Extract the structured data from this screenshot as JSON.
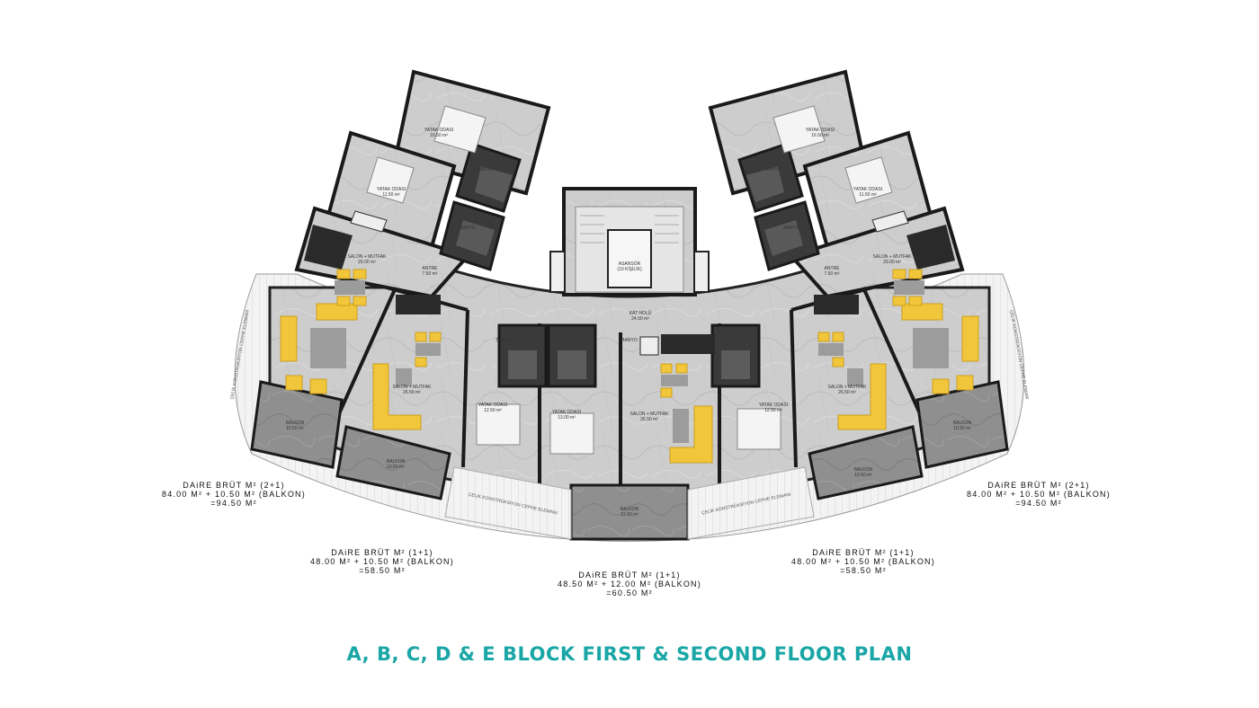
{
  "title": "A, B, C, D & E BLOCK FIRST & SECOND FLOOR PLAN",
  "colors": {
    "title": "#1aa6a6",
    "marble": "#c9c9c9",
    "dark_marble": "#8a8a8a",
    "wall": "#1a1a1a",
    "furniture": "#f2c63a",
    "text": "#111111"
  },
  "units": [
    {
      "id": "left-2plus1",
      "l1": "DAiRE BRÜT M² (2+1)",
      "l2": "84.00 M² + 10.50 M² (BALKON)",
      "l3": "=94.50 M²"
    },
    {
      "id": "right-2plus1",
      "l1": "DAiRE BRÜT M² (2+1)",
      "l2": "84.00 M² + 10.50 M² (BALKON)",
      "l3": "=94.50 M²"
    },
    {
      "id": "left-1plus1",
      "l1": "DAiRE BRÜT M² (1+1)",
      "l2": "48.00 M² + 10.50 M² (BALKON)",
      "l3": "=58.50 M²"
    },
    {
      "id": "right-1plus1",
      "l1": "DAiRE BRÜT M² (1+1)",
      "l2": "48.00 M² + 10.50 M² (BALKON)",
      "l3": "=58.50 M²"
    },
    {
      "id": "center-1plus1",
      "l1": "DAiRE BRÜT M² (1+1)",
      "l2": "48.50 M² + 12.00 M² (BALKON)",
      "l3": "=60.50 M²"
    }
  ],
  "rooms": {
    "yatak_odasi": "YATAK ODASI",
    "salon_mutfak": "SALON + MUTFAK",
    "banyo": "BANYO",
    "antre": "ANTRE",
    "balkon": "BALKON",
    "asansor": "ASANSÖR",
    "asansor_note": "(10 KİŞİLİK)",
    "kat_holu": "KAT HOLÜ",
    "facade": "ÇELİK KONSTRÜKSİYON CEPHE ELEMANI"
  },
  "areas": {
    "r1650": "16.50 m²",
    "r1150": "11.50 m²",
    "r2900": "29.00 m²",
    "r2650": "26.50 m²",
    "r1250": "12.50 m²",
    "r1300": "13.00 m²",
    "r1050": "10.50 m²",
    "r1200": "12.00 m²",
    "r750": "7.50 m²",
    "r500": "5.00 m²",
    "r2450": "24.50 m²"
  }
}
